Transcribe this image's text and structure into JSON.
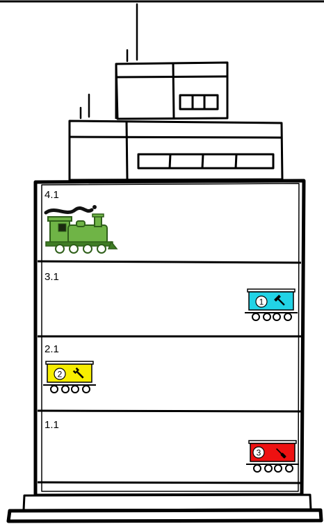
{
  "floors": [
    {
      "label": "4.1",
      "occupant": "locomotive"
    },
    {
      "label": "3.1",
      "occupant": "wagon",
      "wagon_number": "1",
      "tool": "hammer-icon",
      "color": "#22d3e6"
    },
    {
      "label": "2.1",
      "occupant": "wagon",
      "wagon_number": "2",
      "tool": "wrench-icon",
      "color": "#f7ee00"
    },
    {
      "label": "1.1",
      "occupant": "wagon",
      "wagon_number": "3",
      "tool": "screwdriver-icon",
      "color": "#ee1111"
    }
  ],
  "colors": {
    "locomotive": "#6fb446",
    "locomotive_dark": "#3f7d25",
    "outline": "#000000",
    "background": "#ffffff"
  }
}
